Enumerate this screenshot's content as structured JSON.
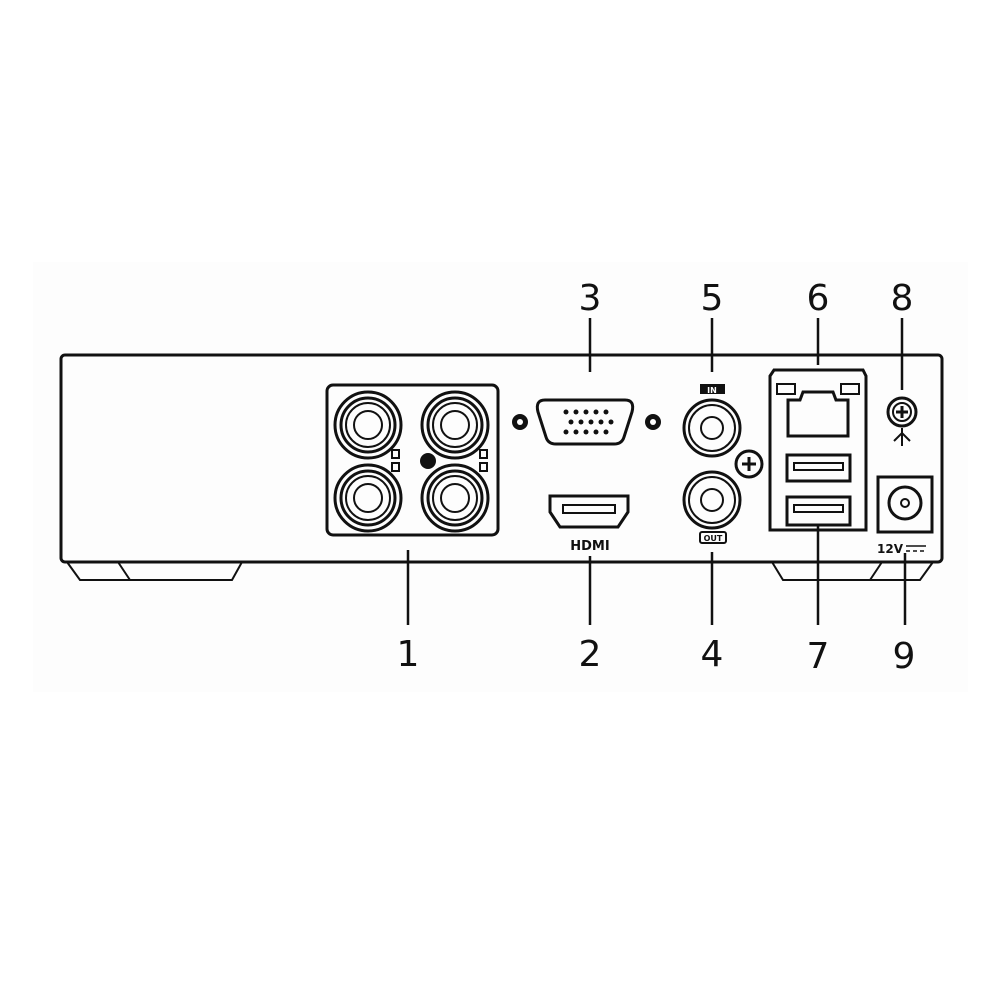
{
  "callouts": {
    "n1": "1",
    "n2": "2",
    "n3": "3",
    "n4": "4",
    "n5": "5",
    "n6": "6",
    "n7": "7",
    "n8": "8",
    "n9": "9"
  },
  "labels": {
    "hdmi": "HDMI",
    "audio_in": "IN",
    "audio_out": "OUT",
    "power": "12V"
  }
}
